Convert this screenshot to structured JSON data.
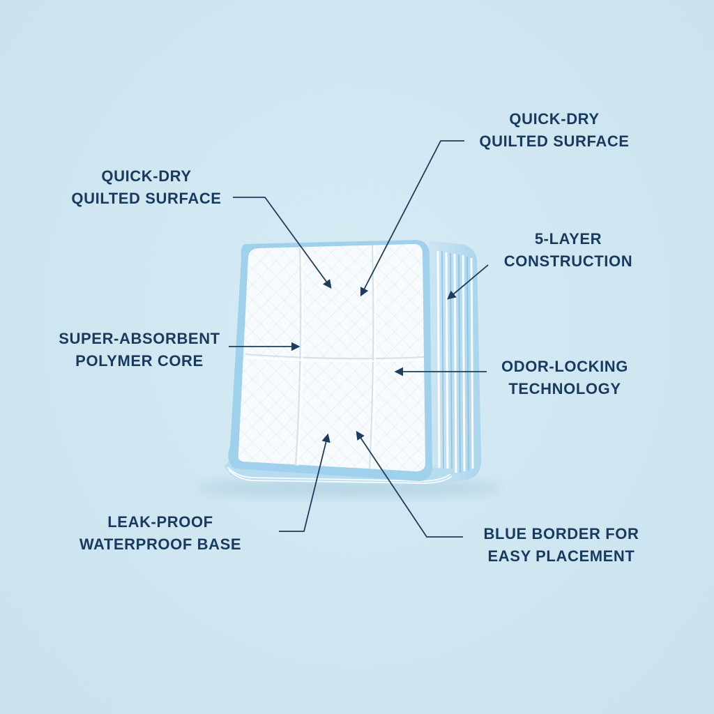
{
  "labels": {
    "quick_dry_left": {
      "line1": "QUICK-DRY",
      "line2": "QUILTED SURFACE"
    },
    "quick_dry_right": {
      "line1": "QUICK-DRY",
      "line2": "QUILTED SURFACE"
    },
    "five_layer": {
      "line1": "5-LAYER",
      "line2": "CONSTRUCTION"
    },
    "sap_core": {
      "line1": "SUPER-ABSORBENT",
      "line2": "POLYMER CORE"
    },
    "odor_locking": {
      "line1": "ODOR-LOCKING",
      "line2": "TECHNOLOGY"
    },
    "leak_proof": {
      "line1": "LEAK-PROOF",
      "line2": "WATERPROOF BASE"
    },
    "blue_border": {
      "line1": "BLUE BORDER FOR",
      "line2": "EASY PLACEMENT"
    }
  },
  "colors": {
    "background": "#cfe6f1",
    "label_text": "#173a5e",
    "leader_line": "#1d3d5e",
    "pad_border": "#8cc8e8",
    "pad_surface": "#f7fafc"
  }
}
